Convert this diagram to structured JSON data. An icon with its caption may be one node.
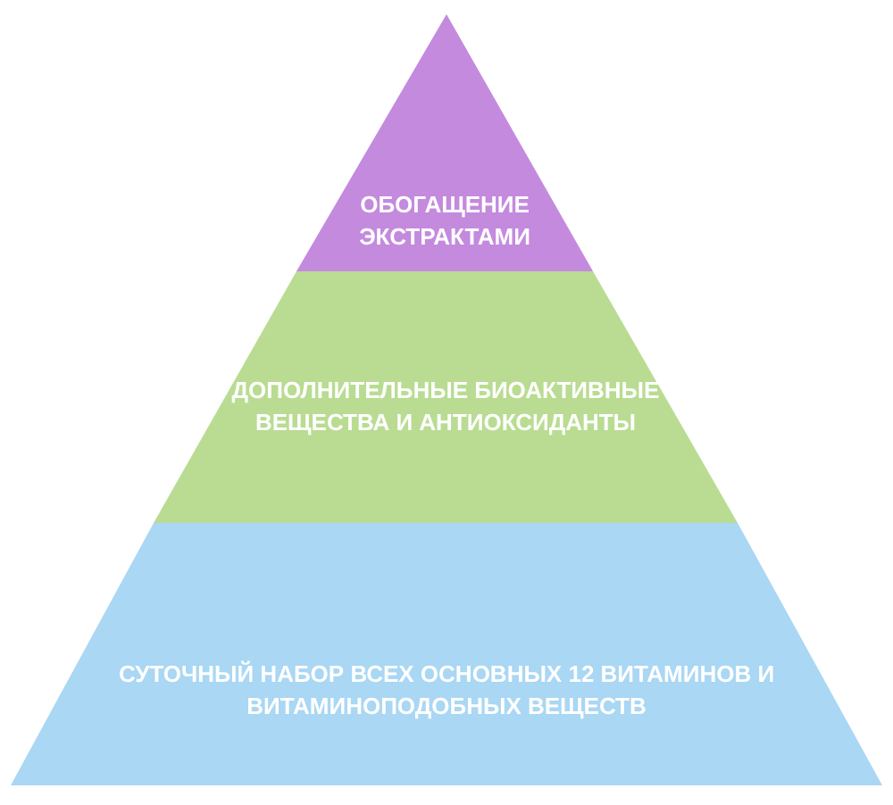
{
  "diagram": {
    "nodes": [
      {
        "text": [
          "ОБОГАЩЕНИЕ ЭКСТРАКТАМИ"
        ]
      },
      {
        "text": [
          "ДОПОЛНИТЕЛЬНЫЕ БИОАКТИВНЫЕ ВЕЩЕСТВА И АНТИОКСИДАНТЫ"
        ]
      },
      {
        "text": [
          "СУТОЧНЫЙ НАБОР ВСЕХ ОСНОВНЫХ 12 ВИТАМИНОВ И ВИТАМИНОПОДОБНЫХ ВЕЩЕСТВ"
        ]
      }
    ]
  }
}
